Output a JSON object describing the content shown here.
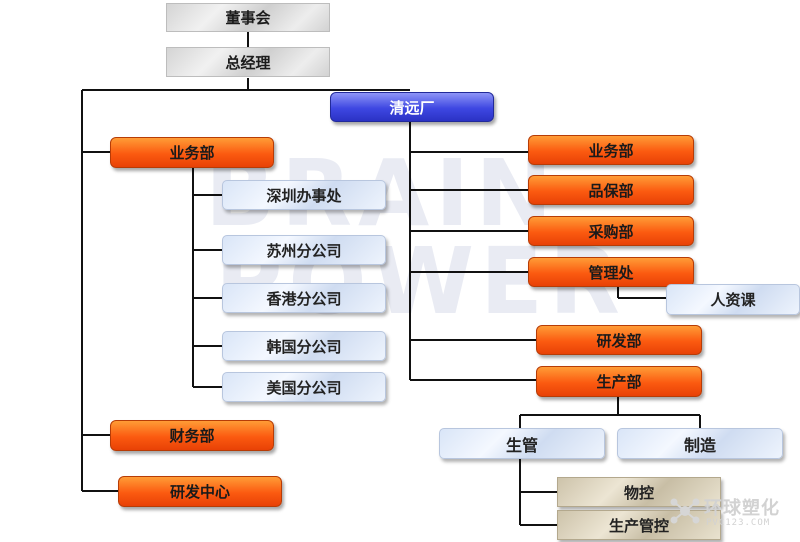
{
  "watermark": {
    "line1": "BRAIN",
    "line2": "POWER"
  },
  "nodes": {
    "board": "董事会",
    "gm": "总经理",
    "qingyuan": "清远厂",
    "left_business": "业务部",
    "shenzhen": "深圳办事处",
    "suzhou": "苏州分公司",
    "hongkong": "香港分公司",
    "korea": "韩国分公司",
    "usa": "美国分公司",
    "finance": "财务部",
    "rd_center": "研发中心",
    "right_business": "业务部",
    "qa": "品保部",
    "purchasing": "采购部",
    "admin": "管理处",
    "hr": "人资课",
    "rd": "研发部",
    "production": "生产部",
    "production_mgmt": "生管",
    "manufacturing": "制造",
    "material_control": "物控",
    "production_control": "生产管控"
  },
  "logo": {
    "text": "环球塑化",
    "url": "PVC123.COM"
  }
}
